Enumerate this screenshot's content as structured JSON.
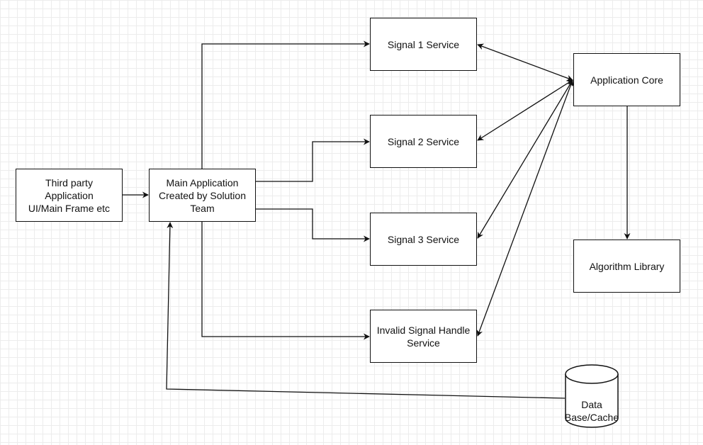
{
  "diagram": {
    "nodes": {
      "third_party": "Third party\nApplication\nUI/Main Frame etc",
      "main_app": "Main Application\nCreated by Solution\nTeam",
      "signal1": "Signal 1 Service",
      "signal2": "Signal 2 Service",
      "signal3": "Signal 3 Service",
      "invalid": "Invalid Signal Handle\nService",
      "core": "Application Core",
      "algo": "Algorithm Library",
      "db": "Data\nBase/Cache"
    },
    "edges": [
      {
        "from": "third_party",
        "to": "main_app",
        "direction": "forward"
      },
      {
        "from": "main_app",
        "to": "signal1",
        "direction": "forward"
      },
      {
        "from": "main_app",
        "to": "signal2",
        "direction": "forward"
      },
      {
        "from": "main_app",
        "to": "signal3",
        "direction": "forward"
      },
      {
        "from": "main_app",
        "to": "invalid",
        "direction": "forward"
      },
      {
        "from": "signal1",
        "to": "core",
        "direction": "both"
      },
      {
        "from": "signal2",
        "to": "core",
        "direction": "both"
      },
      {
        "from": "signal3",
        "to": "core",
        "direction": "both"
      },
      {
        "from": "invalid",
        "to": "core",
        "direction": "both"
      },
      {
        "from": "core",
        "to": "algo",
        "direction": "forward"
      },
      {
        "from": "db",
        "to": "main_app",
        "direction": "forward"
      }
    ]
  }
}
